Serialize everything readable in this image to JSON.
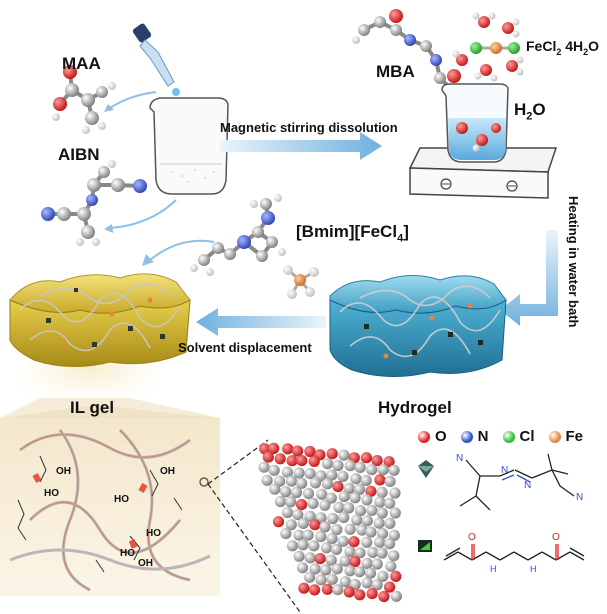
{
  "labels": {
    "maa": "MAA",
    "aibn": "AIBN",
    "mba": "MBA",
    "fecl2": "FeCl",
    "fecl2_sub": "2",
    "fecl2_rest": " 4H",
    "fecl2_sub2": "2",
    "fecl2_end": "O",
    "h2o": "H",
    "h2o_sub": "2",
    "h2o_end": "O",
    "magnetic": "Magnetic stirring dissolution",
    "bmim_a": "[Bmim][FeCl",
    "bmim_sub": "4",
    "bmim_b": "]",
    "heating": "Heating in water bath",
    "solvent": "Solvent displacement",
    "il_gel": "IL gel",
    "hydrogel": "Hydrogel",
    "oh1": "OH",
    "oh2": "HO",
    "oh3": "OH",
    "oh4": "HO",
    "oh5": "HO",
    "oh6": "HO",
    "oh7": "OH"
  },
  "legend": [
    {
      "symbol": "O",
      "color": "#e02020"
    },
    {
      "symbol": "N",
      "color": "#3050c8"
    },
    {
      "symbol": "Cl",
      "color": "#30c030"
    },
    {
      "symbol": "Fe",
      "color": "#e8843a"
    }
  ],
  "struct_labels": {
    "n1": "N",
    "n2": "N",
    "n3": "N",
    "n4": "N",
    "o1": "O",
    "o2": "O",
    "h1": "H",
    "h2": "H"
  },
  "colors": {
    "arrow": "#7fb6e0",
    "gel_yellow": "#d9c23a",
    "hydrogel_blue": "#3aa2c8"
  }
}
